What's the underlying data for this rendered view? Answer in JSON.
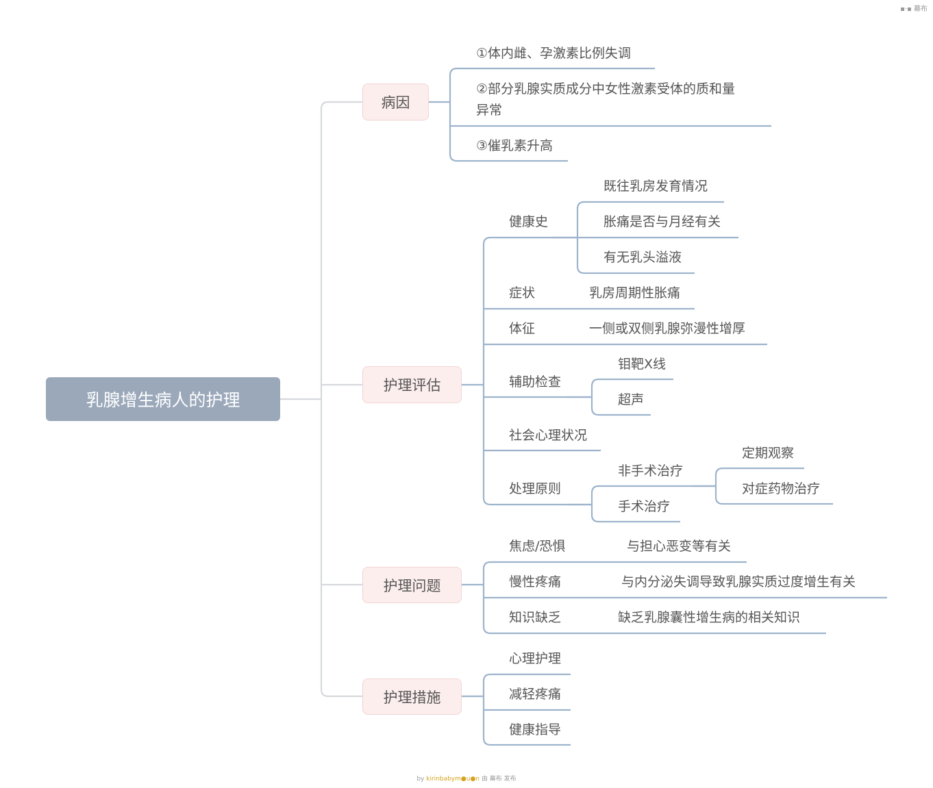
{
  "brand": {
    "label": "幕布"
  },
  "root": {
    "label": "乳腺增生病人的护理"
  },
  "branches": [
    {
      "label": "病因",
      "children": [
        {
          "label": "①体内雌、孕激素比例失调"
        },
        {
          "label_line1": "②部分乳腺实质成分中女性激素受体的质和量",
          "label_line2": "异常"
        },
        {
          "label": "③催乳素升高"
        }
      ]
    },
    {
      "label": "护理评估",
      "children": [
        {
          "label": "健康史",
          "children": [
            {
              "label": "既往乳房发育情况"
            },
            {
              "label": "胀痛是否与月经有关"
            },
            {
              "label": "有无乳头溢液"
            }
          ]
        },
        {
          "label": "症状",
          "children": [
            {
              "label": "乳房周期性胀痛"
            }
          ]
        },
        {
          "label": "体征",
          "children": [
            {
              "label": "一侧或双侧乳腺弥漫性增厚"
            }
          ]
        },
        {
          "label": "辅助检查",
          "children": [
            {
              "label": "钼靶X线"
            },
            {
              "label": "超声"
            }
          ]
        },
        {
          "label": "社会心理状况"
        },
        {
          "label": "处理原则",
          "children": [
            {
              "label": "非手术治疗",
              "children": [
                {
                  "label": "定期观察"
                },
                {
                  "label": "对症药物治疗"
                }
              ]
            },
            {
              "label": "手术治疗"
            }
          ]
        }
      ]
    },
    {
      "label": "护理问题",
      "children": [
        {
          "label": "焦虑/恐惧",
          "children": [
            {
              "label": "与担心恶变等有关"
            }
          ]
        },
        {
          "label": "慢性疼痛",
          "children": [
            {
              "label": "与内分泌失调导致乳腺实质过度增生有关"
            }
          ]
        },
        {
          "label": "知识缺乏",
          "children": [
            {
              "label": "缺乏乳腺囊性增生病的相关知识"
            }
          ]
        }
      ]
    },
    {
      "label": "护理措施",
      "children": [
        {
          "label": "心理护理"
        },
        {
          "label": "减轻疼痛"
        },
        {
          "label": "健康指导"
        }
      ]
    }
  ],
  "footer": {
    "by": "by",
    "user": "kirinbabym●u●n",
    "text": "由",
    "brand": "幕布",
    "publish": "发布"
  },
  "colors": {
    "root_bg": "#9aa8ba",
    "l1_bg": "#fdeeee",
    "line_blue": "#9db3cc",
    "line_gray": "#d5d8dc",
    "text": "#555555"
  }
}
